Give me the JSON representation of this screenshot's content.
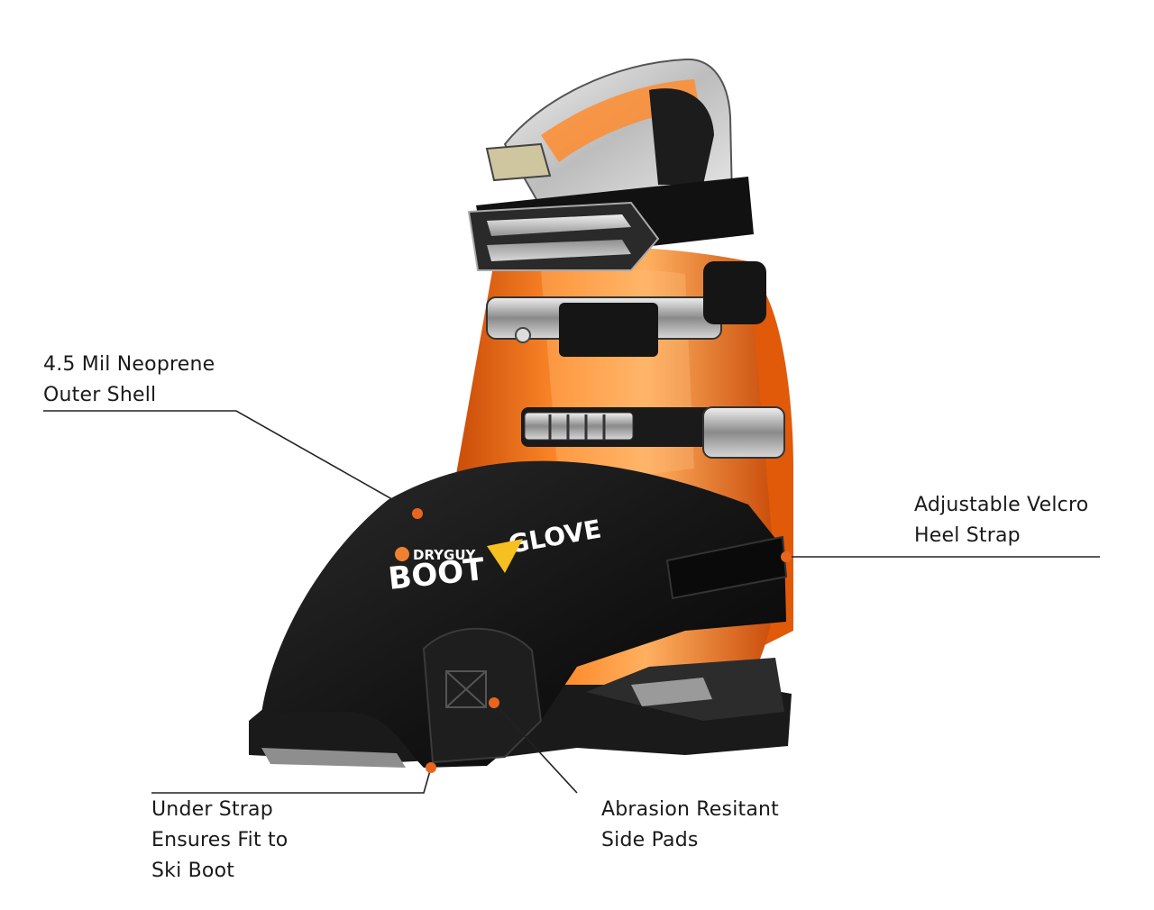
{
  "callouts": {
    "shell": {
      "lines": [
        "4.5 Mil Neoprene",
        "Outer Shell"
      ]
    },
    "heel": {
      "lines": [
        "Adjustable Velcro",
        "Heel Strap"
      ]
    },
    "under": {
      "lines": [
        "Under Strap",
        "Ensures Fit to",
        "Ski Boot"
      ]
    },
    "pads": {
      "lines": [
        "Abrasion Resitant",
        "Side Pads"
      ]
    }
  },
  "logo": {
    "brand": "DRYGUY",
    "product_left": "BOOT",
    "product_right": "GLOVE"
  },
  "colors": {
    "boot_orange": "#f06a10",
    "boot_orange_light": "#ffb060",
    "cover_black": "#141414",
    "leader_line": "#222222",
    "marker_dot": "#e8661c"
  }
}
